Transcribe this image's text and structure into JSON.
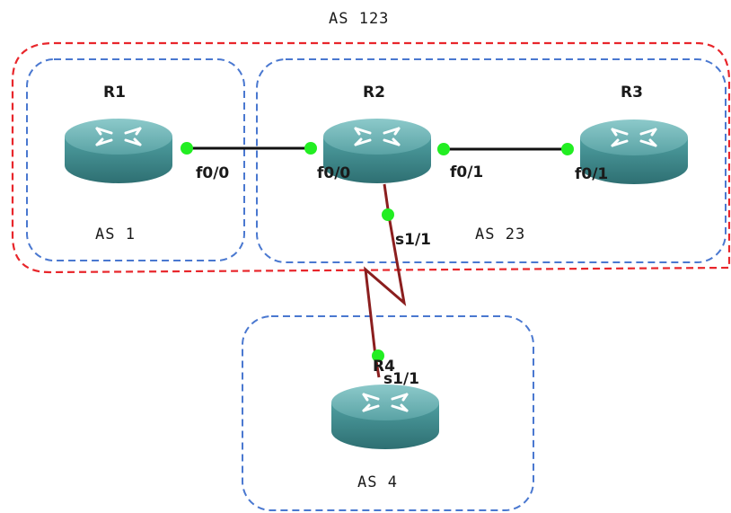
{
  "diagram": {
    "outer_group": {
      "label": "AS 123",
      "border_color": "#e8262b"
    },
    "groups": [
      {
        "id": "as1",
        "label": "AS 1",
        "border_color": "#4a78d0"
      },
      {
        "id": "as23",
        "label": "AS 23",
        "border_color": "#4a78d0"
      },
      {
        "id": "as4",
        "label": "AS 4",
        "border_color": "#4a78d0"
      }
    ],
    "routers": [
      {
        "id": "r1",
        "label": "R1"
      },
      {
        "id": "r2",
        "label": "R2"
      },
      {
        "id": "r3",
        "label": "R3"
      },
      {
        "id": "r4",
        "label": "R4"
      }
    ],
    "links": [
      {
        "id": "r1-r2",
        "from": "R1",
        "to": "R2",
        "type": "ethernet",
        "from_if": "f0/0",
        "to_if": "f0/0",
        "color": "#111111"
      },
      {
        "id": "r2-r3",
        "from": "R2",
        "to": "R3",
        "type": "ethernet",
        "from_if": "f0/1",
        "to_if": "f0/1",
        "color": "#111111"
      },
      {
        "id": "r2-r4",
        "from": "R2",
        "to": "R4",
        "type": "serial",
        "from_if": "s1/1",
        "to_if": "s1/1",
        "color": "#8b1e1e"
      }
    ],
    "colors": {
      "router_body": "#3d8a8c",
      "router_top": "#6fb5b6",
      "port_dot": "#22ee22"
    }
  }
}
